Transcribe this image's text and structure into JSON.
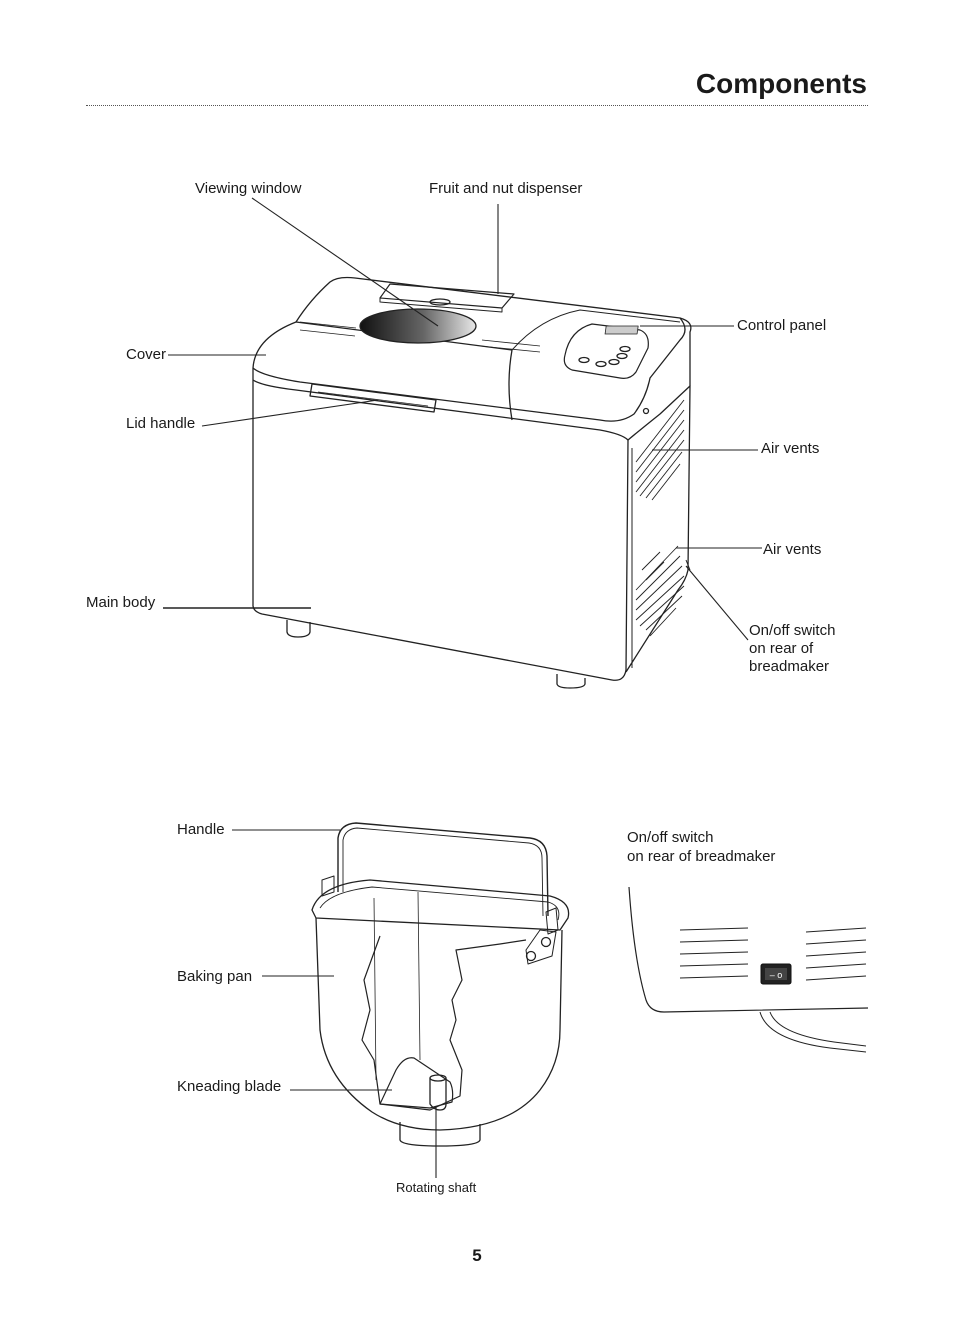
{
  "header": {
    "title": "Components"
  },
  "breadmaker_labels": {
    "viewing_window": "Viewing window",
    "fruit_nut_dispenser": "Fruit and nut dispenser",
    "control_panel": "Control panel",
    "cover": "Cover",
    "lid_handle": "Lid handle",
    "air_vents_upper": "Air vents",
    "air_vents_lower": "Air vents",
    "main_body": "Main body",
    "onoff_line1": "On/off switch",
    "onoff_line2": "on rear of",
    "onoff_line3": "breadmaker"
  },
  "pan_labels": {
    "handle": "Handle",
    "baking_pan": "Baking pan",
    "kneading_blade": "Kneading blade",
    "rotating_shaft": "Rotating shaft"
  },
  "switch_detail": {
    "line1": "On/off switch",
    "line2": "on rear of breadmaker",
    "switch_symbols": "– o"
  },
  "footer": {
    "page_number": "5"
  }
}
